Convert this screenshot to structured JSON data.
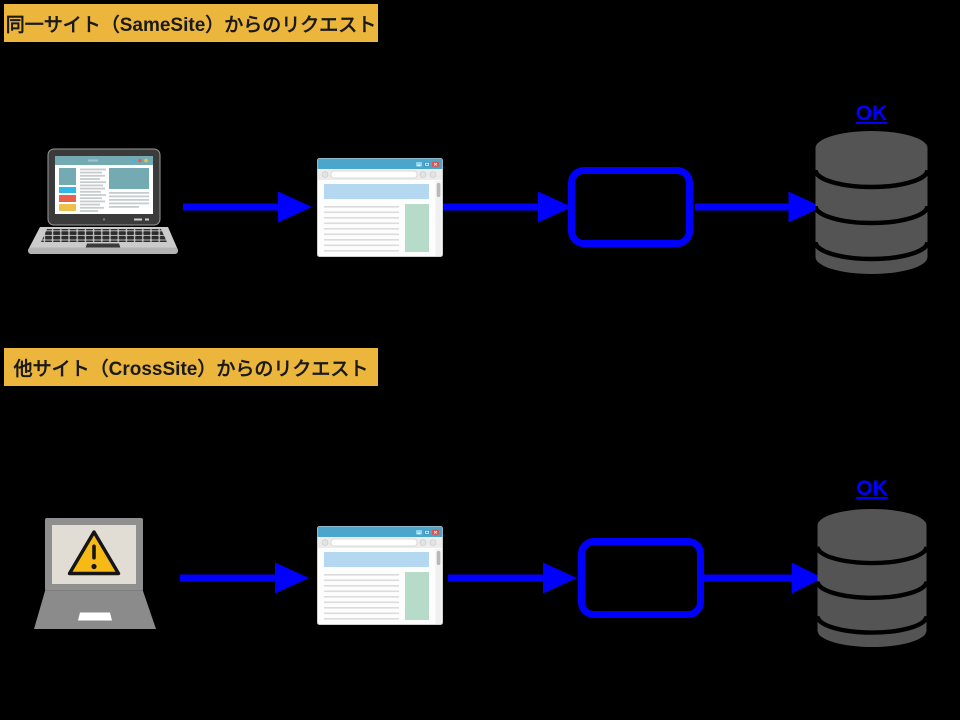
{
  "colors": {
    "background": "#000000",
    "accent_blue": "#0000ff",
    "banner_bg": "#ecb63d",
    "banner_text": "#1a1a1a",
    "database_gray": "#545454"
  },
  "sections": [
    {
      "banner_label": "同一サイト（SameSite）からのリクエスト",
      "result_label": "OK",
      "nodes": [
        "laptop-with-webpage",
        "browser-window",
        "app-server-box",
        "database"
      ],
      "arrow_count": 3
    },
    {
      "banner_label": "他サイト（CrossSite）からのリクエスト",
      "result_label": "OK",
      "nodes": [
        "laptop-with-warning",
        "browser-window",
        "app-server-box",
        "database"
      ],
      "arrow_count": 3
    }
  ]
}
